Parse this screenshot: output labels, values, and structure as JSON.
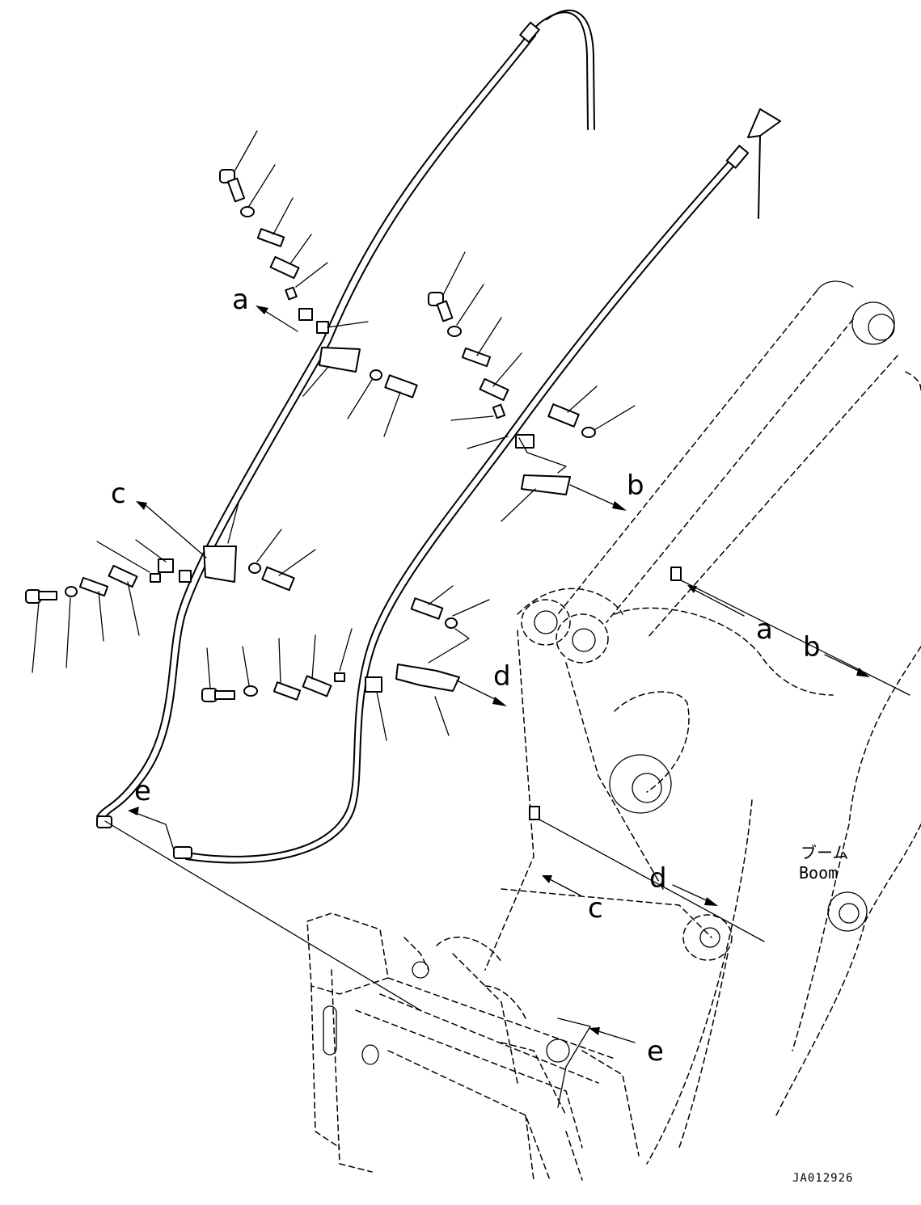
{
  "diagram": {
    "callouts": {
      "a": "a",
      "b": "b",
      "c": "c",
      "d": "d",
      "e": "e"
    },
    "boom_label_jp": "ブーム",
    "boom_label_en": "Boom",
    "drawing_code": "JA012926"
  }
}
